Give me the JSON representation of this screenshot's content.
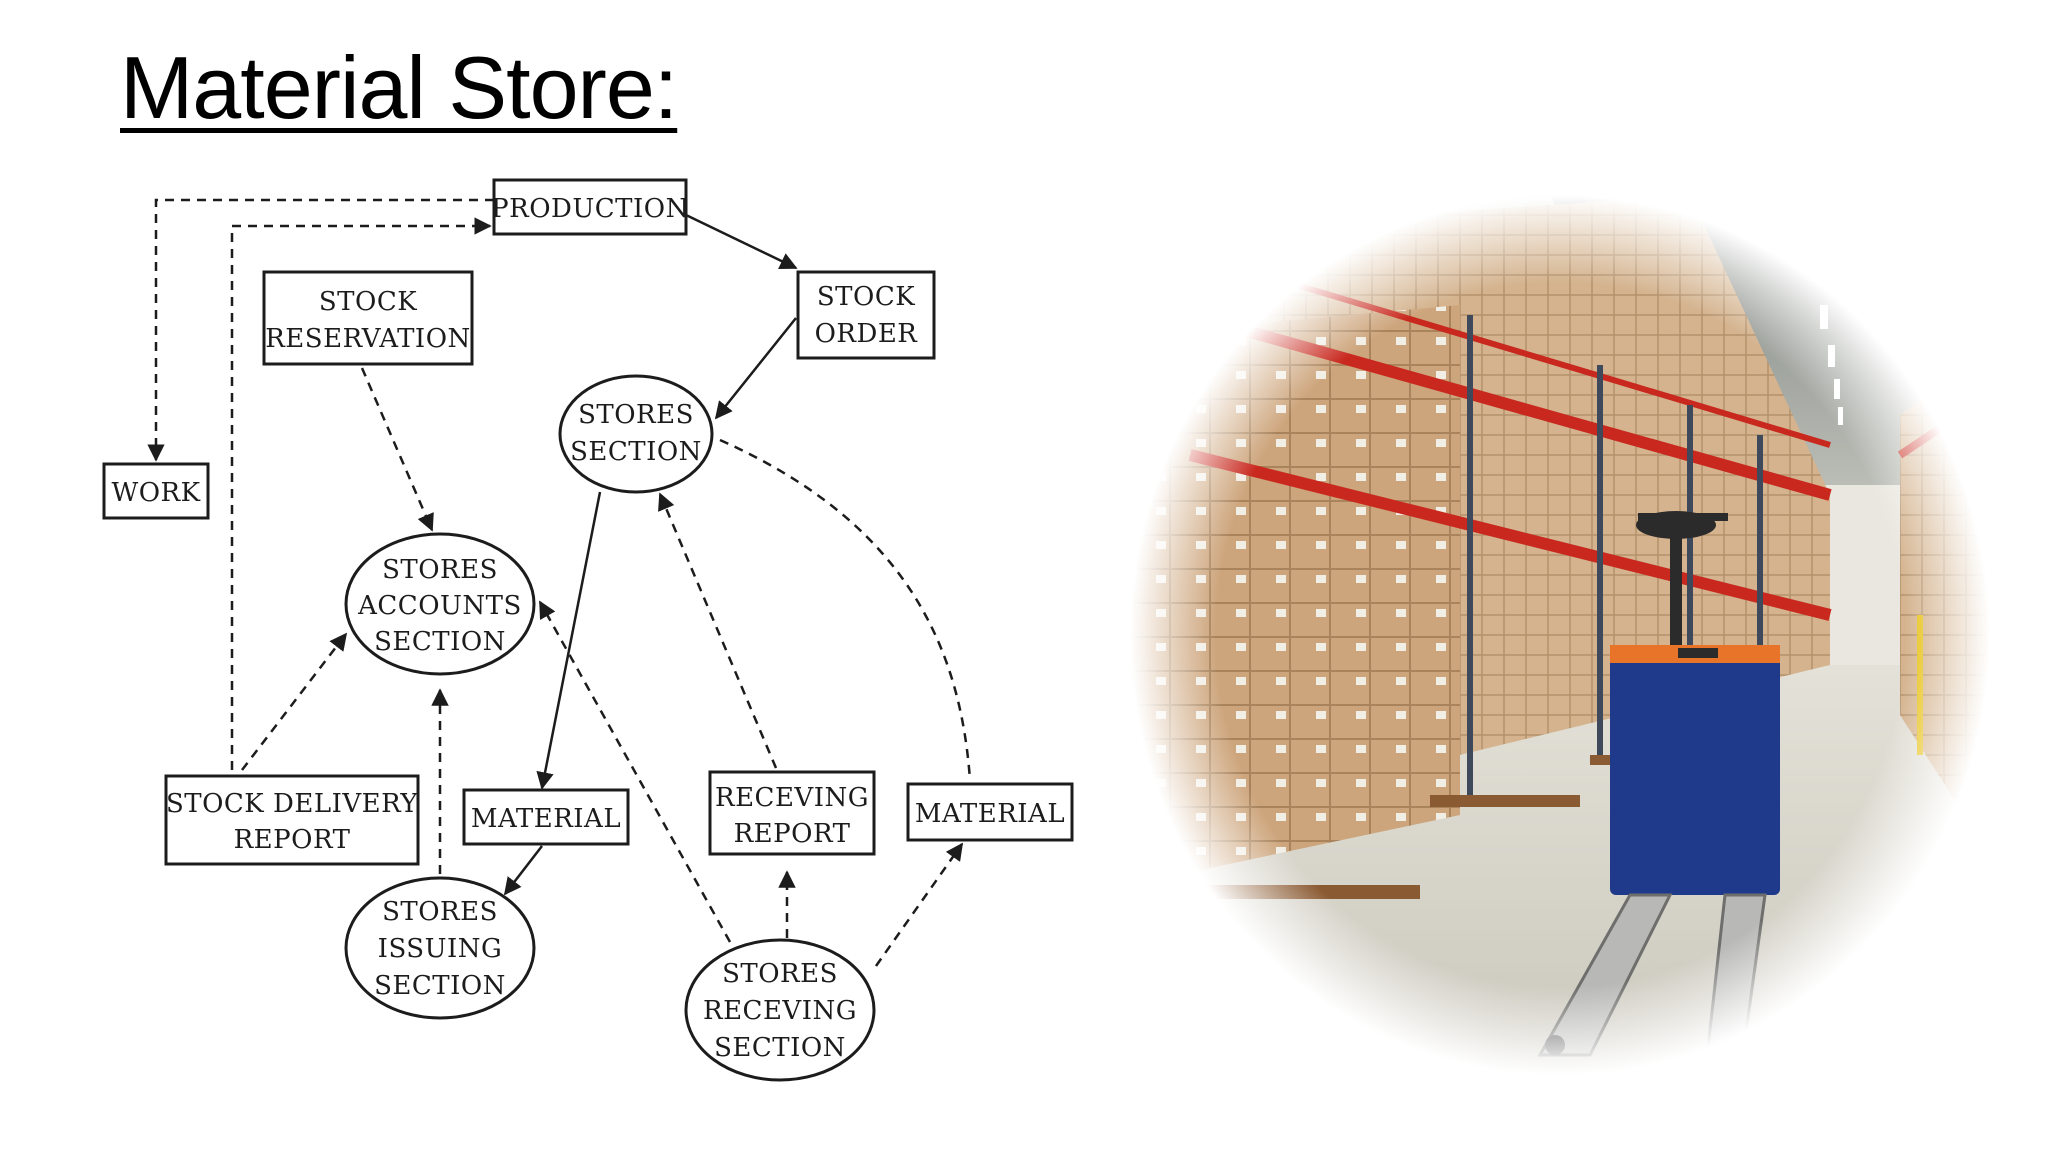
{
  "slide": {
    "title": "Material Store:"
  },
  "diagram": {
    "production": "PRODUCTION",
    "stock_order": [
      "STOCK",
      "ORDER"
    ],
    "stock_reservation": [
      "STOCK",
      "RESERVATION"
    ],
    "work": "WORK",
    "stores_section": [
      "STORES",
      "SECTION"
    ],
    "stores_accounts_section": [
      "STORES",
      "ACCOUNTS",
      "SECTION"
    ],
    "stock_delivery_report": [
      "STOCK DELIVERY",
      "REPORT"
    ],
    "material_left": "MATERIAL",
    "receving_report": [
      "RECEVING",
      "REPORT"
    ],
    "material_right": "MATERIAL",
    "stores_issuing_section": [
      "STORES",
      "ISSUING",
      "SECTION"
    ],
    "stores_receving_section": [
      "STORES",
      "RECEVING",
      "SECTION"
    ]
  },
  "colors": {
    "rack_red": "#c8281e",
    "carton_brown": "#c9a27a",
    "floor": "#d8d6cc",
    "pallet_truck_blue": "#1f3a8a",
    "accent_orange": "#e8742a"
  },
  "illustration": {
    "subject": "warehouse aisle with pallet racks and pallet truck",
    "icon": "warehouse-photo"
  }
}
